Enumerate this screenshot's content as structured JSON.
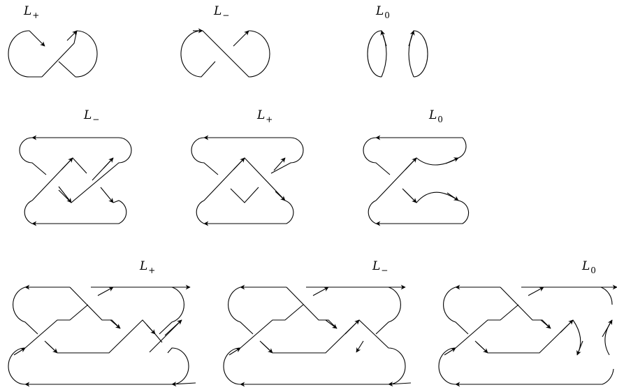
{
  "figure": {
    "rows": [
      {
        "labels": [
          {
            "base": "L",
            "sub": "+"
          },
          {
            "base": "L",
            "sub": "−"
          },
          {
            "base": "L",
            "sub": "0"
          }
        ]
      },
      {
        "labels": [
          {
            "base": "L",
            "sub": "−"
          },
          {
            "base": "L",
            "sub": "+"
          },
          {
            "base": "L",
            "sub": "0"
          }
        ]
      },
      {
        "labels": [
          {
            "base": "L",
            "sub": "+"
          },
          {
            "base": "L",
            "sub": "−"
          },
          {
            "base": "L",
            "sub": "0"
          }
        ]
      }
    ]
  }
}
